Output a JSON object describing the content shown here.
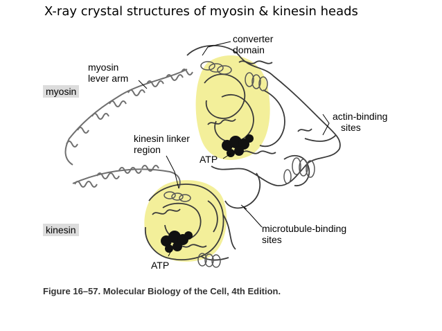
{
  "title": "X-ray crystal structures of myosin & kinesin heads",
  "labels": {
    "myosin": "myosin",
    "kinesin": "kinesin",
    "myosin_lever_arm": [
      "myosin",
      "lever arm"
    ],
    "converter_domain": [
      "converter",
      "domain"
    ],
    "actin_binding_sites": [
      "actin-binding",
      "sites"
    ],
    "kinesin_linker_region": [
      "kinesin linker",
      "region"
    ],
    "atp_myosin": "ATP",
    "atp_kinesin": "ATP",
    "microtubule_binding_sites": [
      "microtubule-binding",
      "sites"
    ]
  },
  "caption": "Figure 16–57. Molecular Biology of the Cell, 4th Edition.",
  "colors": {
    "highlight": "#f3ef9a",
    "label_box": "#dcdcdc",
    "ribbon": "#6f6f6f",
    "atp": "#111111"
  }
}
